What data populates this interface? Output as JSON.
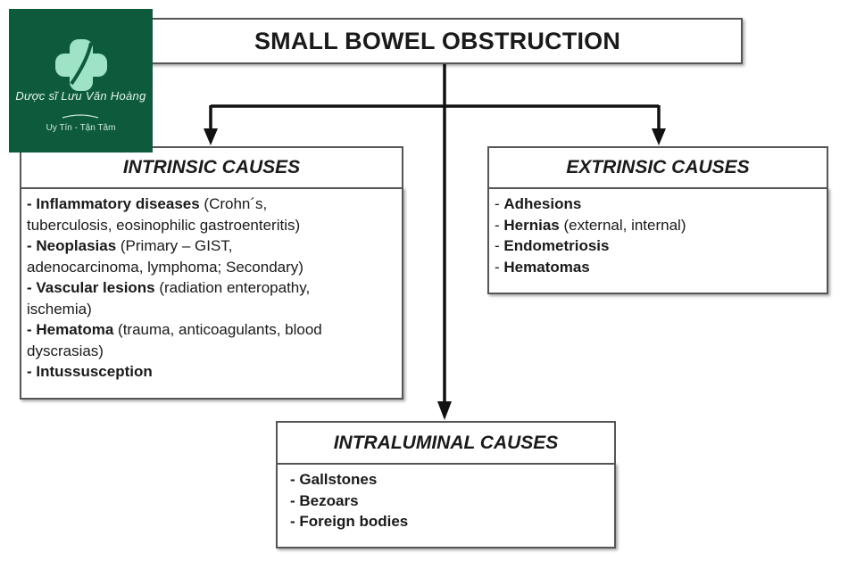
{
  "title": "SMALL BOWEL OBSTRUCTION",
  "logo": {
    "name": "Dược sĩ Lưu Văn Hoàng",
    "tagline": "Uy Tín - Tận Tâm",
    "accent": "#0d5a3c"
  },
  "intrinsic": {
    "heading": "INTRINSIC CAUSES",
    "items": [
      {
        "prefix": "- ",
        "bold": "Inflammatory diseases",
        "rest": " (Crohn´s,",
        "cont": "tuberculosis, eosinophilic gastroenteritis)"
      },
      {
        "prefix": "- ",
        "bold": "Neoplasias",
        "rest": " (Primary – GIST,",
        "cont": "adenocarcinoma, lymphoma; Secondary)"
      },
      {
        "prefix": "- ",
        "bold": "Vascular lesions",
        "rest": " (radiation enteropathy,",
        "cont": "ischemia)"
      },
      {
        "prefix": "- ",
        "bold": "Hematoma",
        "rest": " (trauma, anticoagulants, blood",
        "cont": "dyscrasias)"
      },
      {
        "prefix": "- ",
        "bold": "Intussusception",
        "rest": "",
        "cont": ""
      }
    ]
  },
  "extrinsic": {
    "heading": "EXTRINSIC CAUSES",
    "items": [
      {
        "prefix": "- ",
        "bold": "Adhesions",
        "rest": ""
      },
      {
        "prefix": "- ",
        "bold": "Hernias",
        "rest": " (external, internal)"
      },
      {
        "prefix": "- ",
        "bold": "Endometriosis",
        "rest": ""
      },
      {
        "prefix": "- ",
        "bold": "Hematomas",
        "rest": ""
      }
    ]
  },
  "intraluminal": {
    "heading": "INTRALUMINAL CAUSES",
    "items": [
      {
        "prefix": "- ",
        "bold": "Gallstones",
        "rest": ""
      },
      {
        "prefix": "- ",
        "bold": "Bezoars",
        "rest": ""
      },
      {
        "prefix": "- ",
        "bold": "Foreign bodies",
        "rest": ""
      }
    ]
  }
}
